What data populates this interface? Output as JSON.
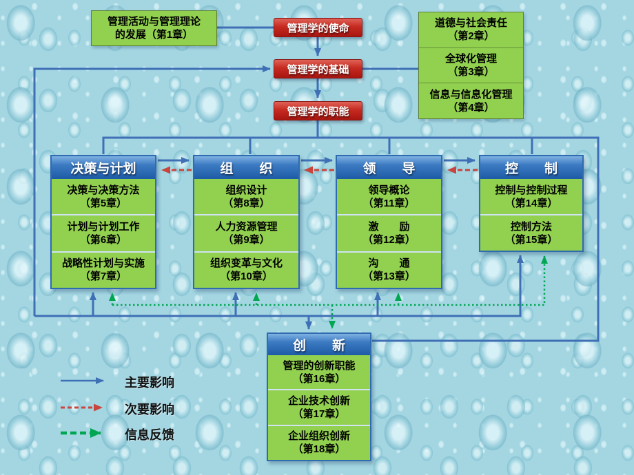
{
  "title_box": {
    "line1": "管理活动与管理理论",
    "line2": "的发展（第1章）"
  },
  "core_chain": {
    "mission": "管理学的使命",
    "foundation": "管理学的基础",
    "functions": "管理学的职能"
  },
  "context_stack": {
    "items": [
      {
        "title": "道德与社会责任",
        "chapter": "（第2章）"
      },
      {
        "title": "全球化管理",
        "chapter": "（第3章）"
      },
      {
        "title": "信息与信息化管理",
        "chapter": "（第4章）"
      }
    ]
  },
  "function_columns": [
    {
      "header": "决策与计划",
      "items": [
        {
          "title": "决策与决策方法",
          "chapter": "（第5章）"
        },
        {
          "title": "计划与计划工作",
          "chapter": "（第6章）"
        },
        {
          "title": "战略性计划与实施",
          "chapter": "（第7章）"
        }
      ]
    },
    {
      "header": "组　　织",
      "items": [
        {
          "title": "组织设计",
          "chapter": "（第8章）"
        },
        {
          "title": "人力资源管理",
          "chapter": "（第9章）"
        },
        {
          "title": "组织变革与文化",
          "chapter": "（第10章）"
        }
      ]
    },
    {
      "header": "领　　导",
      "items": [
        {
          "title": "领导概论",
          "chapter": "（第11章）"
        },
        {
          "title": "激　　励",
          "chapter": "（第12章）"
        },
        {
          "title": "沟　　通",
          "chapter": "（第13章）"
        }
      ]
    },
    {
      "header": "控　　制",
      "items": [
        {
          "title": "控制与控制过程",
          "chapter": "（第14章）"
        },
        {
          "title": "控制方法",
          "chapter": "（第15章）"
        }
      ]
    }
  ],
  "innovation_column": {
    "header": "创　　新",
    "items": [
      {
        "title": "管理的创新职能",
        "chapter": "（第16章）"
      },
      {
        "title": "企业技术创新",
        "chapter": "（第17章）"
      },
      {
        "title": "企业组织创新",
        "chapter": "（第18章）"
      }
    ]
  },
  "legend": {
    "items": [
      {
        "label": "主要影响",
        "style": "solid-blue"
      },
      {
        "label": "次要影响",
        "style": "dashed-red"
      },
      {
        "label": "信息反馈",
        "style": "dashed-green"
      }
    ]
  },
  "colors": {
    "primary_arrow": "#3f6fb5",
    "secondary_arrow": "#c8443c",
    "feedback_arrow": "#00a651",
    "chapter_box": "#92d050",
    "header_box": "#2e6db4",
    "core_box": "#c0241c",
    "background": "#a4d6e2"
  }
}
